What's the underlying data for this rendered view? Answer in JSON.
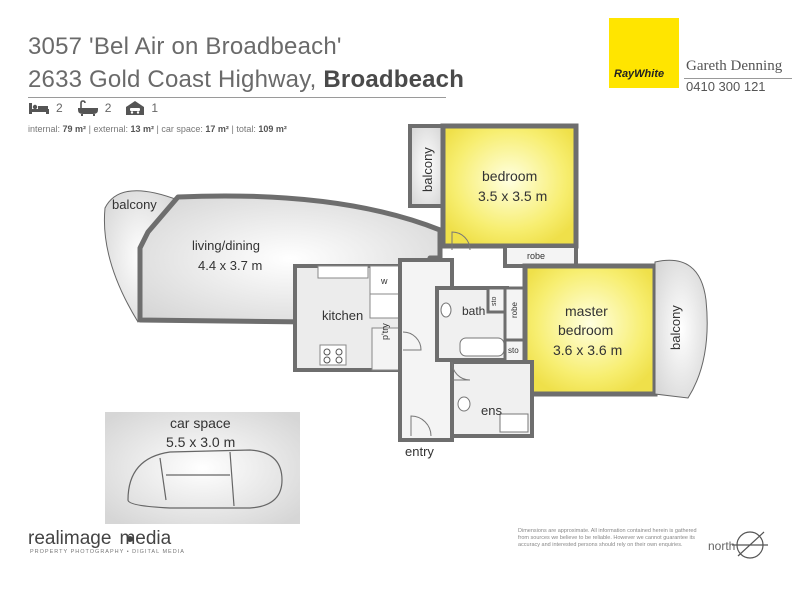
{
  "header": {
    "title_line1": "3057 'Bel Air on Broadbeach'",
    "title_line2_street": "2633 Gold Coast Highway, ",
    "title_line2_suburb": "Broadbeach",
    "beds": "2",
    "baths": "2",
    "cars": "1",
    "areas": {
      "internal_label": "internal:",
      "internal": "79 m²",
      "external_label": "external:",
      "external": "13 m²",
      "car_label": "car space:",
      "car": "17 m²",
      "total_label": "total:",
      "total": "109 m²",
      "sep": "|"
    }
  },
  "agency": {
    "logo": "RayWhite",
    "agent": "Gareth Denning",
    "phone": "0410 300 121",
    "color": "#ffe500"
  },
  "rooms": {
    "balcony_left": "balcony",
    "living_name": "living/dining",
    "living_dims": "4.4 x 3.7 m",
    "kitchen": "kitchen",
    "pantry": "p'try",
    "w": "w",
    "balcony_top": "balcony",
    "bedroom_name": "bedroom",
    "bedroom_dims": "3.5 x 3.5 m",
    "robe_top": "robe",
    "bath": "bath",
    "sto_top": "sto",
    "robe_side": "robe",
    "sto_bottom": "sto",
    "master_name1": "master",
    "master_name2": "bedroom",
    "master_dims": "3.6 x 3.6 m",
    "balcony_right": "balcony",
    "ens": "ens",
    "entry": "entry",
    "car_name": "car space",
    "car_dims": "5.5 x 3.0 m"
  },
  "footer": {
    "brand_a": "realimage",
    "brand_b": "media",
    "brand_sub": "PROPERTY PHOTOGRAPHY • DIGITAL MEDIA",
    "disclaimer": "Dimensions are approximate. All information contained herein is gathered from sources we believe to be reliable. However we cannot guarantee its accuracy and interested persons should rely on their own enquiries.",
    "north": "north"
  },
  "colors": {
    "wall": "#6e6e6e",
    "floor": "#f2f2f2",
    "bedroom_fill": "#f3ea56"
  }
}
